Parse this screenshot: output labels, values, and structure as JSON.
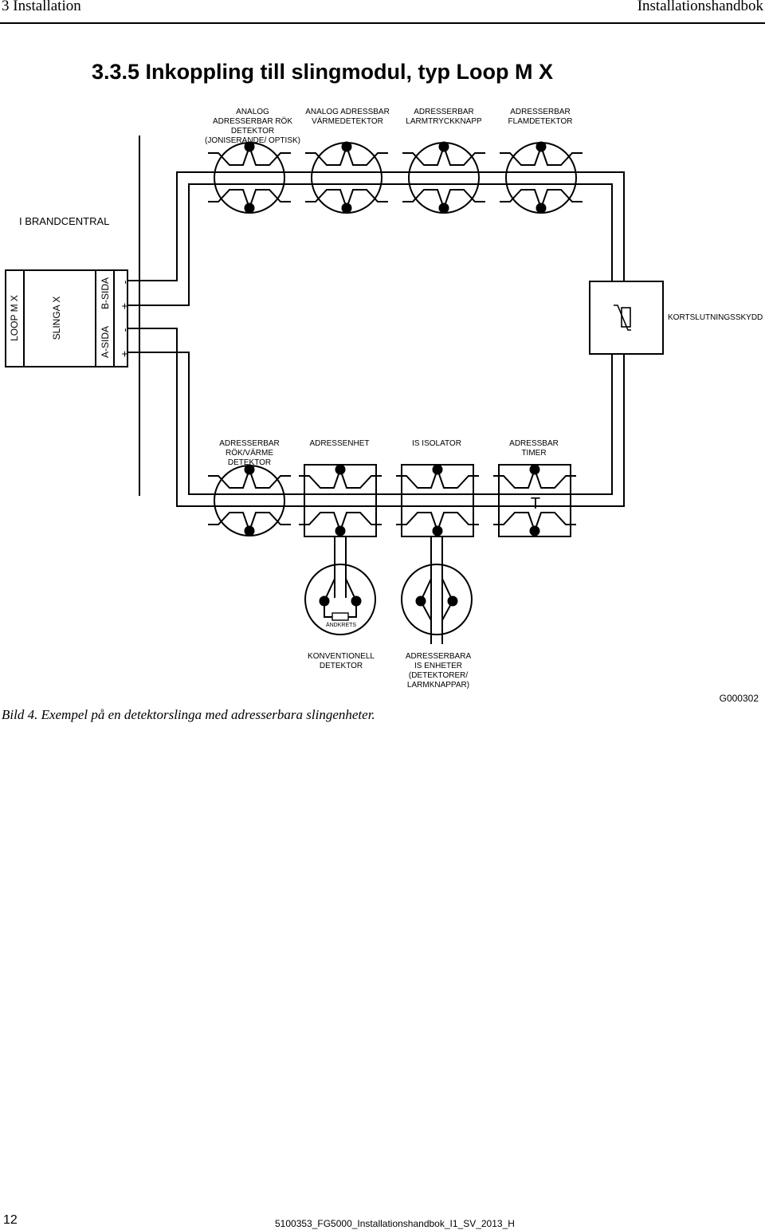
{
  "header": {
    "section": "3 Installation",
    "manual": "Installationshandbok"
  },
  "title": "3.3.5 Inkoppling till slingmodul, typ Loop M X",
  "diagram": {
    "top_labels": {
      "smoke_detector": [
        "ANALOG",
        "ADRESSERBAR RÖK",
        "DETEKTOR",
        "(JONISERANDE/ OPTISK)"
      ],
      "heat_detector": [
        "ANALOG ADRESSBAR",
        "VÄRMEDETEKTOR"
      ],
      "call_point": [
        "ADRESSERBAR",
        "LARMTRYCKKNAPP"
      ],
      "flame_detector": [
        "ADRESSERBAR",
        "FLAMDETEKTOR"
      ]
    },
    "panel_label": "I BRANDCENTRAL",
    "module": {
      "loop": "LOOP M X",
      "slinga": "SLINGA X",
      "b_side": "B-SIDA",
      "a_side": "A-SIDA",
      "terminals": [
        "-",
        "+",
        "-",
        "+"
      ]
    },
    "short_circuit_label": "KORTSLUTNINGSSKYDD",
    "bottom_labels": {
      "multi_detector": [
        "ADRESSERBAR",
        "RÖK/VÄRME",
        "DETEKTOR"
      ],
      "address_unit": [
        "ADRESSENHET"
      ],
      "is_isolator": [
        "IS ISOLATOR"
      ],
      "timer": [
        "ADRESSBAR",
        "TIMER"
      ]
    },
    "timer_symbol": "T",
    "end_of_line": "ÄNDKRETS",
    "sub_labels": {
      "conventional": [
        "KONVENTIONELL",
        "DETEKTOR"
      ],
      "is_units": [
        "ADRESSERBARA",
        "IS ENHETER",
        "(DETEKTORER/",
        "LARMKNAPPAR)"
      ]
    }
  },
  "caption": "Bild 4. Exempel på en detektorslinga med adresserbara slingenheter.",
  "figure_id": "G000302",
  "footer": {
    "page_number": "12",
    "doc_id": "5100353_FG5000_Installationshandbok_I1_SV_2013_H"
  }
}
